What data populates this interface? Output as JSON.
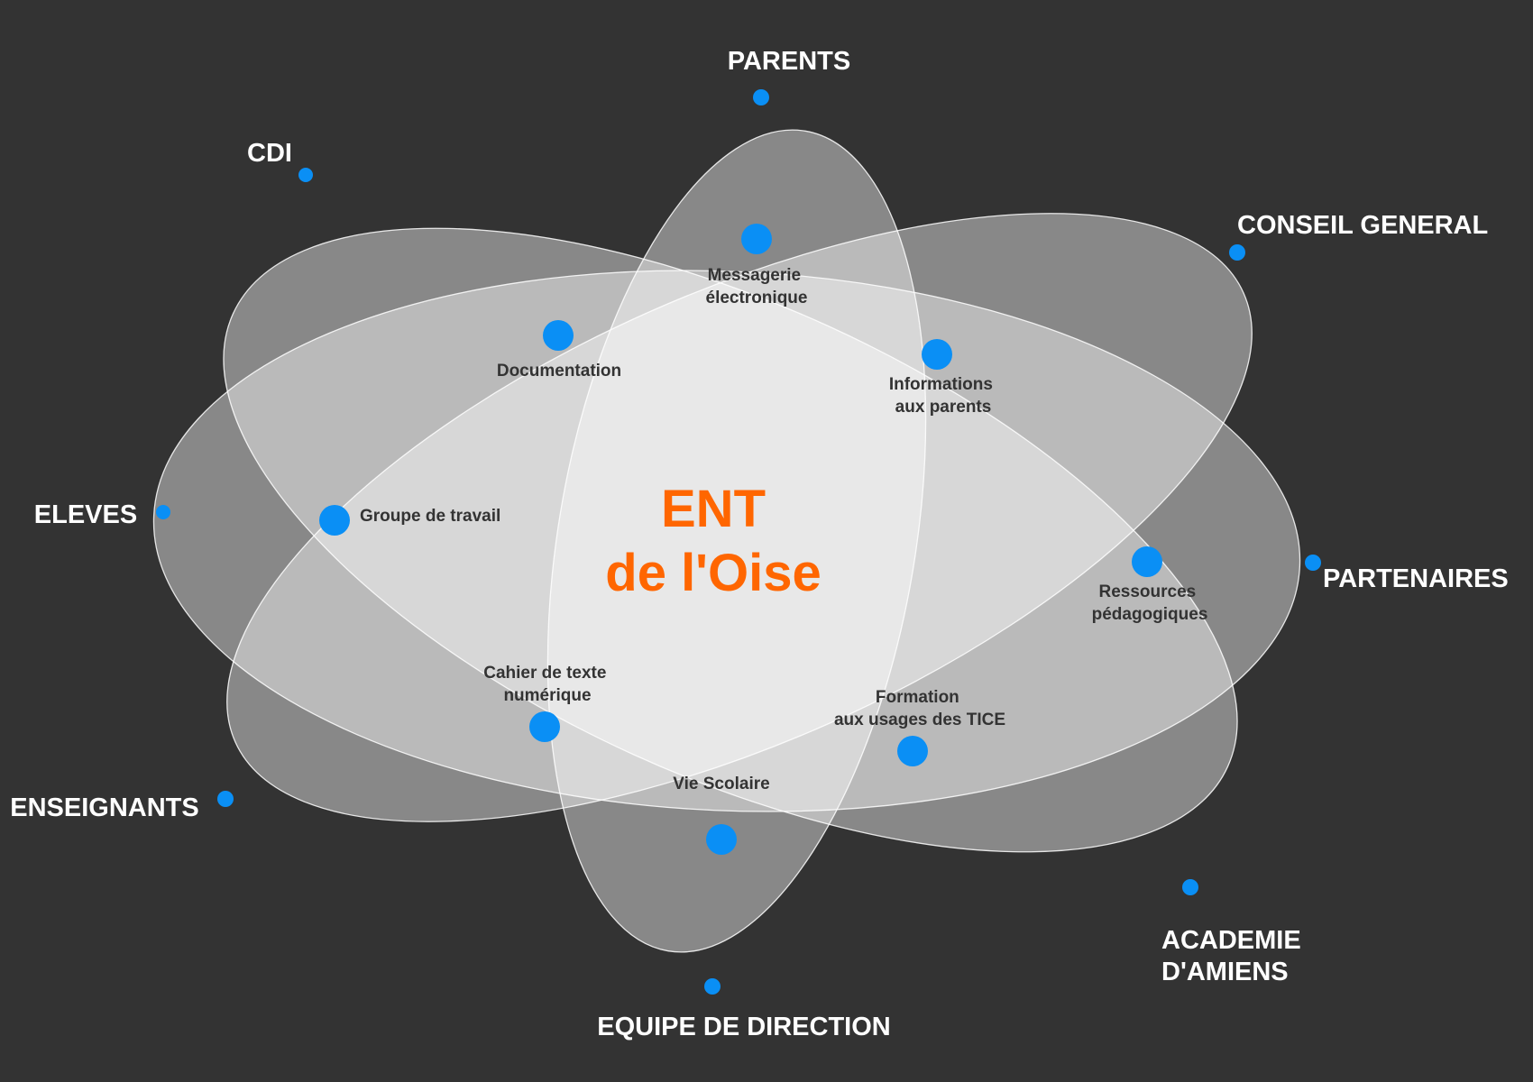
{
  "colors": {
    "background": "#333333",
    "accent": "#ff6600",
    "node": "#0a8ff5",
    "outer_label": "#ffffff",
    "inner_label": "#333333"
  },
  "title": {
    "line1": "ENT",
    "line2": "de l'Oise"
  },
  "outer_labels": {
    "parents": "PARENTS",
    "cdi": "CDI",
    "conseil": "CONSEIL GENERAL",
    "eleves": "ELEVES",
    "partenaires": "PARTENAIRES",
    "enseignants": "ENSEIGNANTS",
    "academie": [
      "ACADEMIE",
      "D'AMIENS"
    ],
    "direction": "EQUIPE DE DIRECTION"
  },
  "inner_labels": {
    "messagerie": [
      "Messagerie",
      "électronique"
    ],
    "documentation": "Documentation",
    "informations": [
      "Informations",
      "aux parents"
    ],
    "groupe": "Groupe de travail",
    "ressources": [
      "Ressources",
      "pédagogiques"
    ],
    "cahier": [
      "Cahier de texte",
      "numérique"
    ],
    "formation": [
      "Formation",
      "aux usages des TICE"
    ],
    "vie": "Vie Scolaire"
  }
}
